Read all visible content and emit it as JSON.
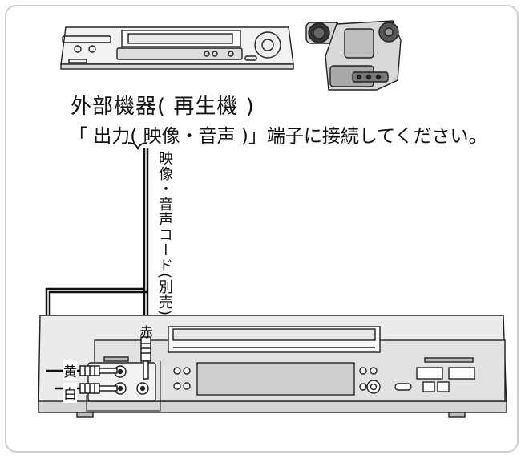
{
  "diagram": {
    "heading": "外部機器( 再生機 )",
    "instruction": "「 出力( 映像・音声 )」端子に接続してください。",
    "cable_label": "映像・音声コード(別売)",
    "jack_labels": {
      "red": "赤",
      "yellow": "黄",
      "white": "白"
    }
  }
}
